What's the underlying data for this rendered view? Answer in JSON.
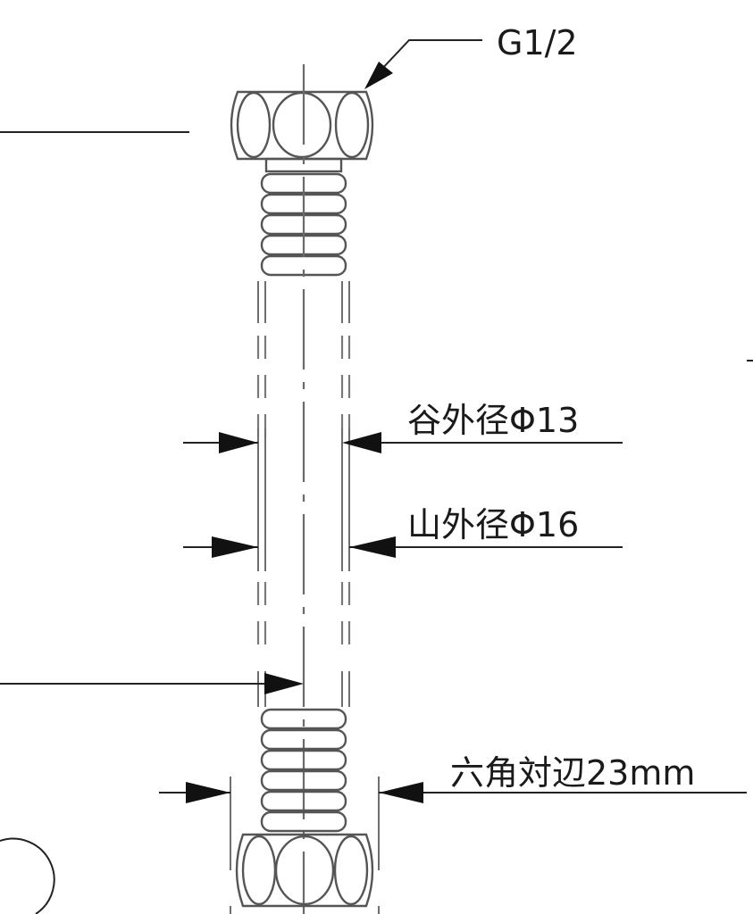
{
  "labels": {
    "thread": "G1/2",
    "valley_diameter": "谷外径Φ13",
    "crest_diameter": "山外径Φ16",
    "hex_width": "六角対辺23mm"
  },
  "colors": {
    "line": "#555555",
    "text": "#1a1a1a",
    "arrow": "#111111"
  }
}
